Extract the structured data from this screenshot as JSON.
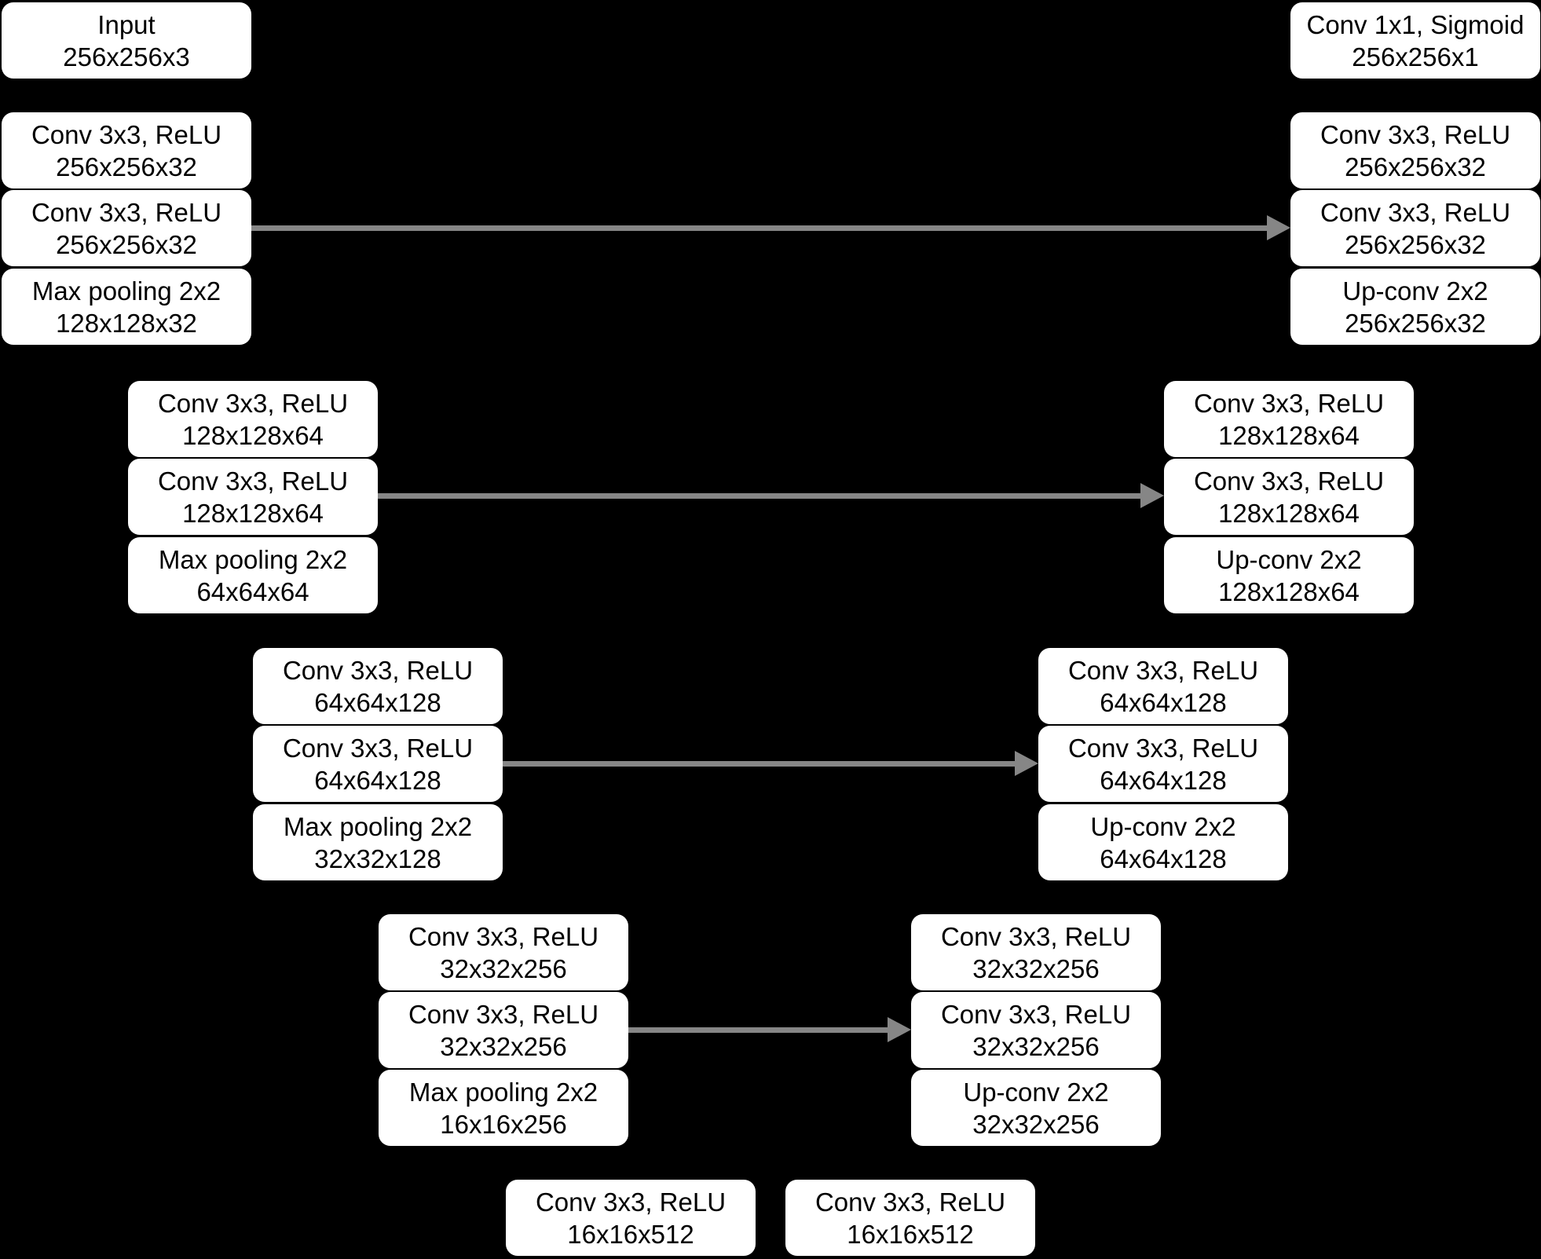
{
  "diagram": {
    "colors": {
      "background": "#000000",
      "box_fill": "#ffffff",
      "box_text": "#000000",
      "arrow": "#868686"
    },
    "input": {
      "line1": "Input",
      "line2": "256x256x3"
    },
    "output": {
      "line1": "Conv 1x1, Sigmoid",
      "line2": "256x256x1"
    },
    "encoder": [
      {
        "level": 1,
        "boxes": [
          {
            "line1": "Conv 3x3, ReLU",
            "line2": "256x256x32"
          },
          {
            "line1": "Conv 3x3, ReLU",
            "line2": "256x256x32"
          },
          {
            "line1": "Max pooling 2x2",
            "line2": "128x128x32"
          }
        ]
      },
      {
        "level": 2,
        "boxes": [
          {
            "line1": "Conv 3x3, ReLU",
            "line2": "128x128x64"
          },
          {
            "line1": "Conv 3x3, ReLU",
            "line2": "128x128x64"
          },
          {
            "line1": "Max pooling 2x2",
            "line2": "64x64x64"
          }
        ]
      },
      {
        "level": 3,
        "boxes": [
          {
            "line1": "Conv 3x3, ReLU",
            "line2": "64x64x128"
          },
          {
            "line1": "Conv 3x3, ReLU",
            "line2": "64x64x128"
          },
          {
            "line1": "Max pooling 2x2",
            "line2": "32x32x128"
          }
        ]
      },
      {
        "level": 4,
        "boxes": [
          {
            "line1": "Conv 3x3, ReLU",
            "line2": "32x32x256"
          },
          {
            "line1": "Conv 3x3, ReLU",
            "line2": "32x32x256"
          },
          {
            "line1": "Max pooling 2x2",
            "line2": "16x16x256"
          }
        ]
      }
    ],
    "bottleneck": [
      {
        "line1": "Conv 3x3, ReLU",
        "line2": "16x16x512"
      },
      {
        "line1": "Conv 3x3, ReLU",
        "line2": "16x16x512"
      }
    ],
    "decoder": [
      {
        "level": 1,
        "boxes": [
          {
            "line1": "Conv 3x3, ReLU",
            "line2": "256x256x32"
          },
          {
            "line1": "Conv 3x3, ReLU",
            "line2": "256x256x32"
          },
          {
            "line1": "Up-conv 2x2",
            "line2": "256x256x32"
          }
        ]
      },
      {
        "level": 2,
        "boxes": [
          {
            "line1": "Conv 3x3, ReLU",
            "line2": "128x128x64"
          },
          {
            "line1": "Conv 3x3, ReLU",
            "line2": "128x128x64"
          },
          {
            "line1": "Up-conv 2x2",
            "line2": "128x128x64"
          }
        ]
      },
      {
        "level": 3,
        "boxes": [
          {
            "line1": "Conv 3x3, ReLU",
            "line2": "64x64x128"
          },
          {
            "line1": "Conv 3x3, ReLU",
            "line2": "64x64x128"
          },
          {
            "line1": "Up-conv 2x2",
            "line2": "64x64x128"
          }
        ]
      },
      {
        "level": 4,
        "boxes": [
          {
            "line1": "Conv 3x3, ReLU",
            "line2": "32x32x256"
          },
          {
            "line1": "Conv 3x3, ReLU",
            "line2": "32x32x256"
          },
          {
            "line1": "Up-conv 2x2",
            "line2": "32x32x256"
          }
        ]
      }
    ]
  }
}
